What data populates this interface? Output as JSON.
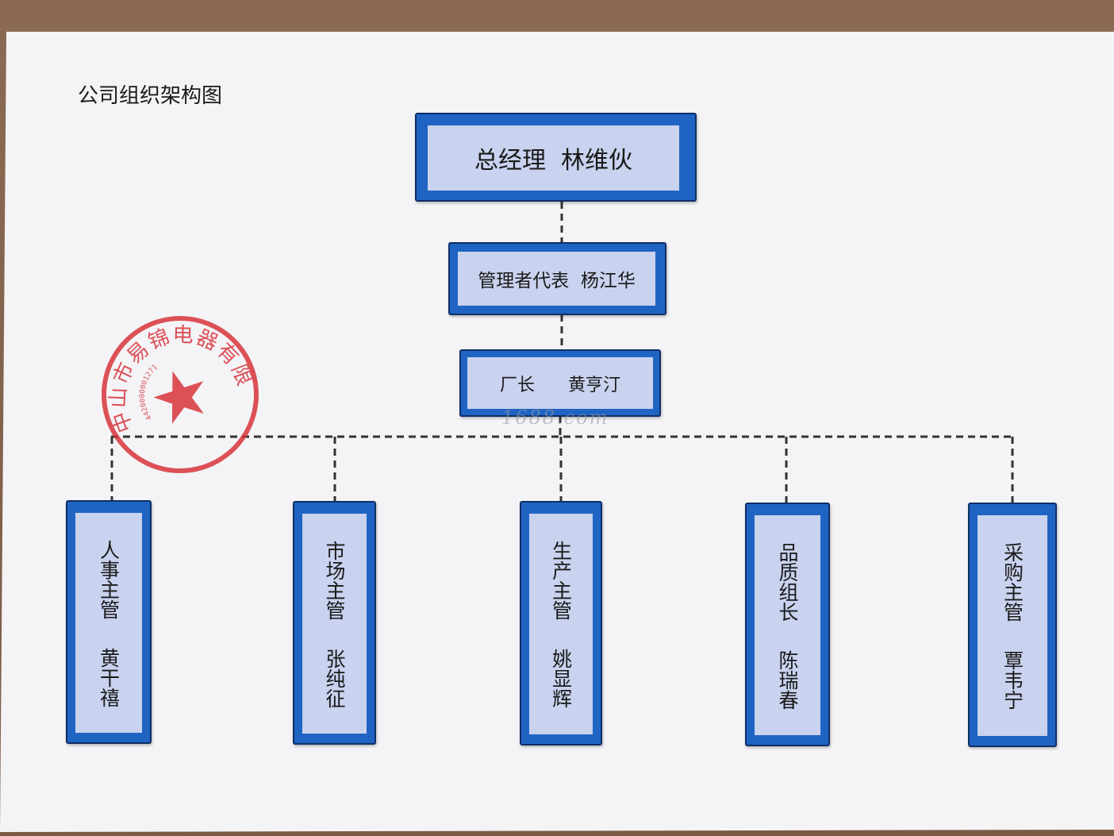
{
  "title": "公司组织架构图",
  "general_manager": {
    "role": "总经理",
    "name": "林维伙"
  },
  "management_rep": {
    "role": "管理者代表",
    "name": "杨江华"
  },
  "plant_director": {
    "role": "厂长",
    "name": "黄亨汀"
  },
  "departments": [
    {
      "role": "人事主管",
      "name": "黄干禧"
    },
    {
      "role": "市场主管",
      "name": "张纯征"
    },
    {
      "role": "生产主管",
      "name": "姚显辉"
    },
    {
      "role": "品质组长",
      "name": "陈瑞春"
    },
    {
      "role": "采购主管",
      "name": "覃韦宁"
    }
  ],
  "seal": {
    "text": "中山市易锦电器有限公司",
    "code": "4420000001271"
  },
  "watermark": "1688.com",
  "colors": {
    "node_border": "#1f64c2",
    "node_fill": "#c9d2ee",
    "seal_red": "#d8353b",
    "connector": "#333333"
  }
}
